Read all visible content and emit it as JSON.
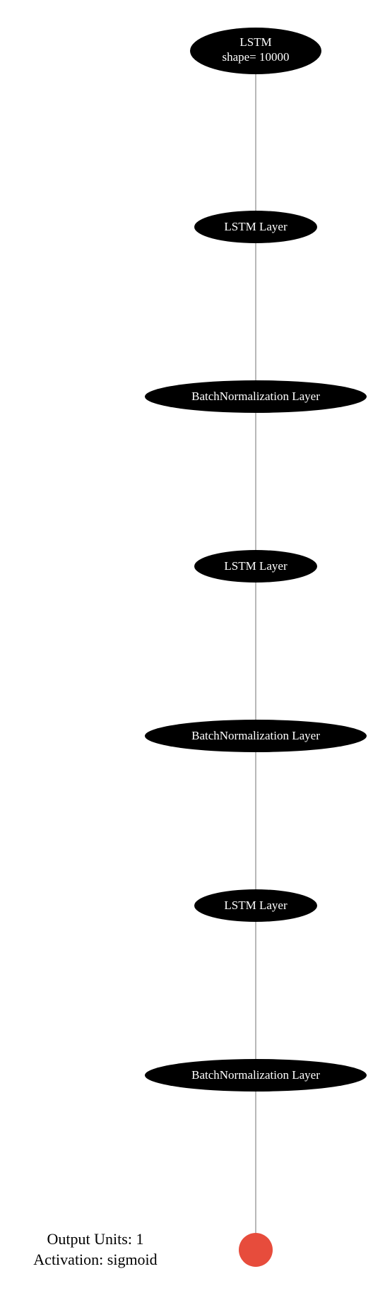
{
  "diagram": {
    "edge_color": "#888888",
    "node_color": "#000000",
    "node_text_color": "#ffffff",
    "output_node_color": "#e74c3c",
    "nodes": [
      {
        "lines": [
          "LSTM",
          "shape= 10000"
        ]
      },
      {
        "lines": [
          "LSTM Layer"
        ]
      },
      {
        "lines": [
          "BatchNormalization Layer"
        ]
      },
      {
        "lines": [
          "LSTM Layer"
        ]
      },
      {
        "lines": [
          "BatchNormalization Layer"
        ]
      },
      {
        "lines": [
          "LSTM Layer"
        ]
      },
      {
        "lines": [
          "BatchNormalization Layer"
        ]
      }
    ],
    "output": {
      "units_label": "Output Units: 1",
      "activation_label": "Activation: sigmoid"
    }
  }
}
